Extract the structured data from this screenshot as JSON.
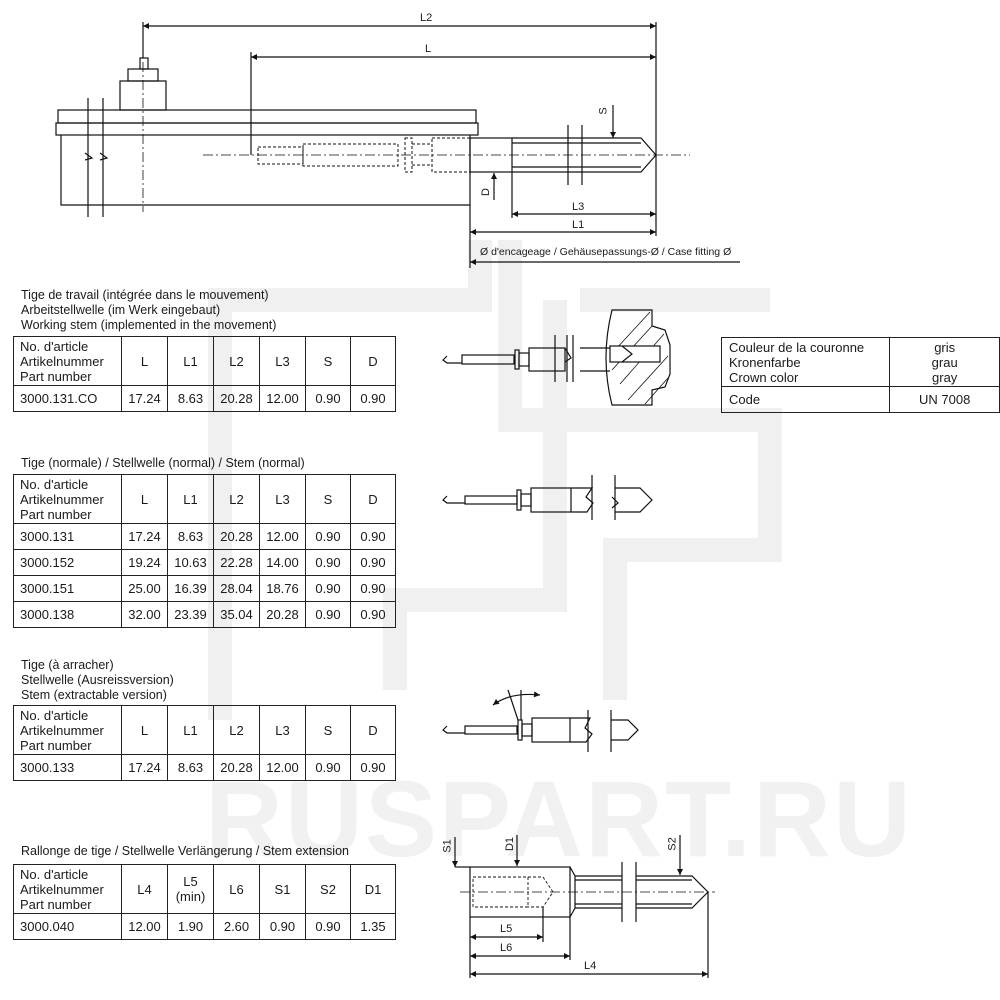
{
  "watermark": "RUSPART.RU",
  "main_drawing": {
    "dim_labels": {
      "L2": "L2",
      "L": "L",
      "S": "S",
      "D": "D",
      "L3": "L3",
      "L1": "L1"
    },
    "case_fitting_label": "Ø d'encageage / Gehäusepassungs-Ø / Case fitting Ø"
  },
  "working_stem": {
    "caption": [
      "Tige de travail (intégrée dans le mouvement)",
      "Arbeitstellwelle (im Werk eingebaut)",
      "Working stem (implemented in the movement)"
    ],
    "header": {
      "part": [
        "No. d'article",
        "Artikelnummer",
        "Part number"
      ],
      "cols": [
        "L",
        "L1",
        "L2",
        "L3",
        "S",
        "D"
      ]
    },
    "rows": [
      {
        "part": "3000.131.CO",
        "values": [
          "17.24",
          "8.63",
          "20.28",
          "12.00",
          "0.90",
          "0.90"
        ]
      }
    ]
  },
  "crown_color": {
    "label": [
      "Couleur de la couronne",
      "Kronenfarbe",
      "Crown color"
    ],
    "value": [
      "gris",
      "grau",
      "gray"
    ],
    "code_label": "Code",
    "code_value": "UN 7008"
  },
  "normal_stem": {
    "caption": [
      "Tige (normale) / Stellwelle (normal) / Stem (normal)"
    ],
    "header": {
      "part": [
        "No. d'article",
        "Artikelnummer",
        "Part number"
      ],
      "cols": [
        "L",
        "L1",
        "L2",
        "L3",
        "S",
        "D"
      ]
    },
    "rows": [
      {
        "part": "3000.131",
        "values": [
          "17.24",
          "8.63",
          "20.28",
          "12.00",
          "0.90",
          "0.90"
        ]
      },
      {
        "part": "3000.152",
        "values": [
          "19.24",
          "10.63",
          "22.28",
          "14.00",
          "0.90",
          "0.90"
        ]
      },
      {
        "part": "3000.151",
        "values": [
          "25.00",
          "16.39",
          "28.04",
          "18.76",
          "0.90",
          "0.90"
        ]
      },
      {
        "part": "3000.138",
        "values": [
          "32.00",
          "23.39",
          "35.04",
          "20.28",
          "0.90",
          "0.90"
        ]
      }
    ]
  },
  "extractable_stem": {
    "caption": [
      "Tige (à arracher)",
      "Stellwelle (Ausreissversion)",
      "Stem (extractable version)"
    ],
    "header": {
      "part": [
        "No. d'article",
        "Artikelnummer",
        "Part number"
      ],
      "cols": [
        "L",
        "L1",
        "L2",
        "L3",
        "S",
        "D"
      ]
    },
    "rows": [
      {
        "part": "3000.133",
        "values": [
          "17.24",
          "8.63",
          "20.28",
          "12.00",
          "0.90",
          "0.90"
        ]
      }
    ]
  },
  "stem_extension": {
    "caption": [
      "Rallonge de tige / Stellwelle Verlängerung / Stem extension"
    ],
    "header": {
      "part": [
        "No. d'article",
        "Artikelnummer",
        "Part number"
      ],
      "cols": [
        "L4",
        "L5\n(min)",
        "L6",
        "S1",
        "S2",
        "D1"
      ]
    },
    "rows": [
      {
        "part": "3000.040",
        "values": [
          "12.00",
          "1.90",
          "2.60",
          "0.90",
          "0.90",
          "1.35"
        ]
      }
    ],
    "dim_labels": {
      "S1": "S1",
      "D1": "D1",
      "S2": "S2",
      "L5": "L5",
      "L6": "L6",
      "L4": "L4"
    }
  }
}
